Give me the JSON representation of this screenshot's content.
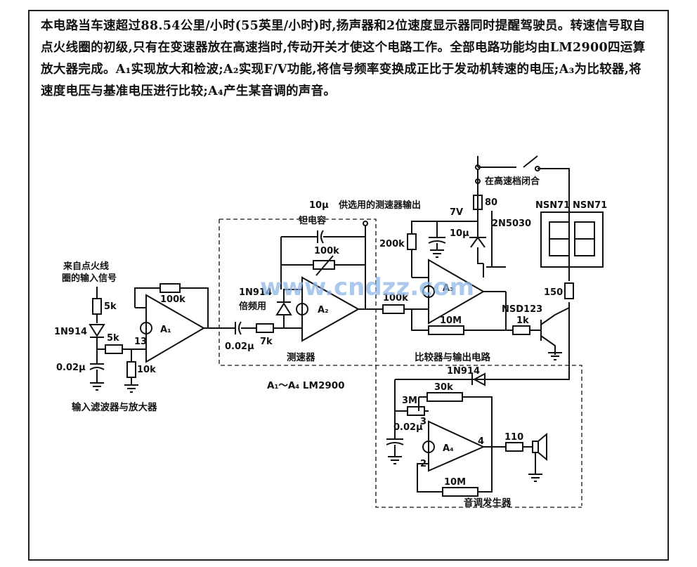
{
  "description": "本电路当车速超过88.54公里/小时(55英里/小时)时,扬声器和2位速度显示器同时提醒驾驶员。转速信号取自点火线圈的初级,只有在变速器放在高速挡时,传动开关才使这个电路工作。全部电路功能均由LM2900四运算放大器完成。A₁实现放大和检波;A₂实现F/V功能,将信号频率变换成正比于发动机转速的电压;A₃为比较器,将速度电压与基准电压进行比较;A₄产生某音调的声音。",
  "labels": {
    "input_signal_1": "来自点火线",
    "input_signal_2": "圈的输入信号",
    "r_5k_a": "5k",
    "diode_in": "1N914",
    "r_5k_b": "5k",
    "pin13": "13",
    "c_in": "0.02μ",
    "r_10k": "10k",
    "r_100k_fb": "100k",
    "a1": "A₁",
    "c_coupling": "0.02μ",
    "r_7k": "7k",
    "doubler_1": "1N914",
    "doubler_2": "倍频用",
    "a2": "A₂",
    "c_tant_value": "10μ",
    "c_tant_name": "钽电容",
    "r_100k_pot": "100k",
    "tach_out": "供选用的测速器输出",
    "r_100k_in": "100k",
    "r_200k": "200k",
    "v7": "7V",
    "c_10u": "10μ",
    "zener": "2N5030",
    "r_80": "80",
    "switch_note": "在高速档闭合",
    "a3": "A₃",
    "r_10m_a": "10M",
    "r_1k": "1k",
    "transistor": "NSD123",
    "disp_1": "NSN71",
    "disp_2": "NSN71",
    "r_150": "150",
    "diode_out": "1N914",
    "r_30k": "30k",
    "r_3m": "3M",
    "pin3": "3",
    "c_002_tone": "0.02μ",
    "a4": "A₄",
    "pin4": "4",
    "pin2": "2",
    "r_110": "110",
    "r_10m_b": "10M",
    "ic_note": "A₁～A₄  LM2900",
    "section_input": "输入滤波器与放大器",
    "section_tach": "测速器",
    "section_comp": "比较器与输出电路",
    "section_tone": "音调发生器",
    "watermark": "www.cndzz.com"
  }
}
